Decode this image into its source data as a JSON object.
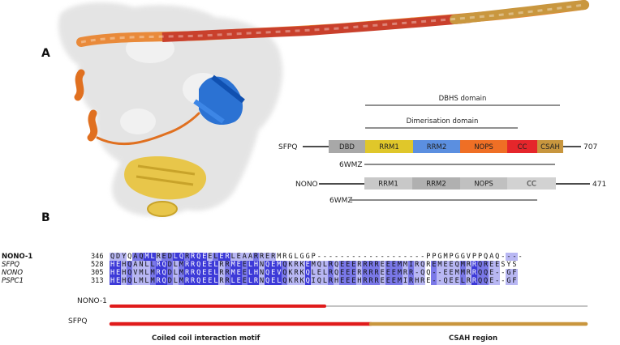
{
  "panels": {
    "a": "A",
    "b": "B"
  },
  "domain_diagram": {
    "dbhs_label": "DBHS domain",
    "dimer_label": "Dimerisation domain",
    "sfpq": {
      "name": "SFPQ",
      "end": "707",
      "domains": [
        {
          "label": "DBD",
          "color": "#a8a8a8"
        },
        {
          "label": "RRM1",
          "color": "#e0c72a"
        },
        {
          "label": "RRM2",
          "color": "#5b8fe0"
        },
        {
          "label": "NOPS",
          "color": "#ef6f25"
        },
        {
          "label": "CC",
          "color": "#e5262b"
        },
        {
          "label": "CSAH",
          "color": "#c8963e"
        }
      ],
      "construct": "6WMZ"
    },
    "nono": {
      "name": "NONO",
      "end": "471",
      "domains": [
        {
          "label": "RRM1",
          "color": "#c8c8c8"
        },
        {
          "label": "RRM2",
          "color": "#b0b0b0"
        },
        {
          "label": "NOPS",
          "color": "#c0c0c0"
        },
        {
          "label": "CC",
          "color": "#d2d2d2"
        }
      ],
      "construct": "6WMZ"
    }
  },
  "alignment": [
    {
      "name": "NONO-1",
      "style": "bold",
      "start": "346",
      "seq": "QDYQAQMLREDLQRRQEELERLEAARRERMRGLGGP-------------------PPGMPGGVPPQAQ----",
      "shade": "1110223312233233312331111211100000000000000000000000000000000000000001101000"
    },
    {
      "name": "SFPQ",
      "style": "ital",
      "start": "528",
      "seq": "HEHQANLLRQDLMRRQEELRRMEELHNQEMQKRKEMQLRQEEERRRREEEMMIRQREMEEQMRRQREESYS",
      "shade": "33121112332123333331233233133321113111212221222122212110211112132211000"
    },
    {
      "name": "NONO",
      "style": "ital",
      "start": "305",
      "seq": "HEHQVMLMRQDLMRRQEELRRMEELHNQEVQKRKQLELRQEEERRRREEEMRR-QQ--EEMMRRQQE--GF",
      "shade": "33121112332123333331233233133321113111212221222122212110211112132211011"
    },
    {
      "name": "PSPC1",
      "style": "ital",
      "start": "313",
      "seq": "HEHQLMLMRQDLMRRQEELRRLEELRNQELQKRKQIQLRHEEEHRRREEEMIRHRE--QEELRRQQE--GF",
      "shade": "33121112332123333331233233133321113111212221222122212110211112132211011"
    }
  ],
  "coverage": {
    "nono_label": "NONO-1",
    "sfpq_label": "SFPQ",
    "coiled_coil_label": "Coiled coil interaction motif",
    "csah_label": "CSAH region"
  }
}
